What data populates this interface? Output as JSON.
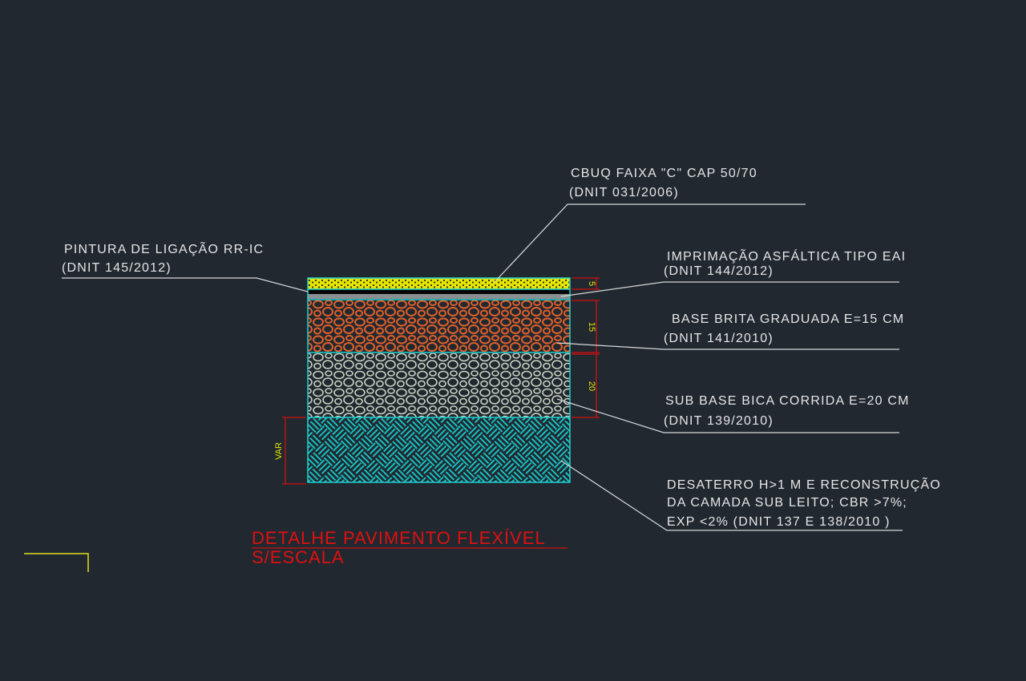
{
  "labels": {
    "cbuq": {
      "line1": "CBUQ FAIXA \"C\" CAP 50/70",
      "line2": "(DNIT 031/2006)"
    },
    "pintura": {
      "line1": "PINTURA DE LIGAÇÃO RR-IC",
      "line2": "(DNIT 145/2012)"
    },
    "imprimacao": {
      "line1": "IMPRIMAÇÃO ASFÁLTICA TIPO EAI",
      "line2": "(DNIT 144/2012)"
    },
    "base": {
      "line1": "BASE BRITA GRADUADA E=15 CM",
      "line2": "(DNIT 141/2010)"
    },
    "subbase": {
      "line1": "SUB BASE BICA CORRIDA E=20 CM",
      "line2": "(DNIT 139/2010)"
    },
    "desaterro": {
      "line1": "DESATERRO H>1 M E RECONSTRUÇÃO",
      "line2": "DA CAMADA SUB LEITO; CBR >7%;",
      "line3": "EXP <2% (DNIT 137 E 138/2010 )"
    }
  },
  "dimensions": {
    "cbuq": "5",
    "base": "15",
    "subbase": "20",
    "subleito": "VAR"
  },
  "title": {
    "line1": "DETALHE PAVIMENTO FLEXÍVEL",
    "line2": "S/ESCALA"
  },
  "colors": {
    "background": "#212830",
    "cbuq": "#e6e600",
    "base": "#e0602a",
    "subbase": "#c8d0c0",
    "subleito": "#18c0c0",
    "outline": "#20d0d0",
    "dimension": "#d01010",
    "title": "#e01010"
  }
}
